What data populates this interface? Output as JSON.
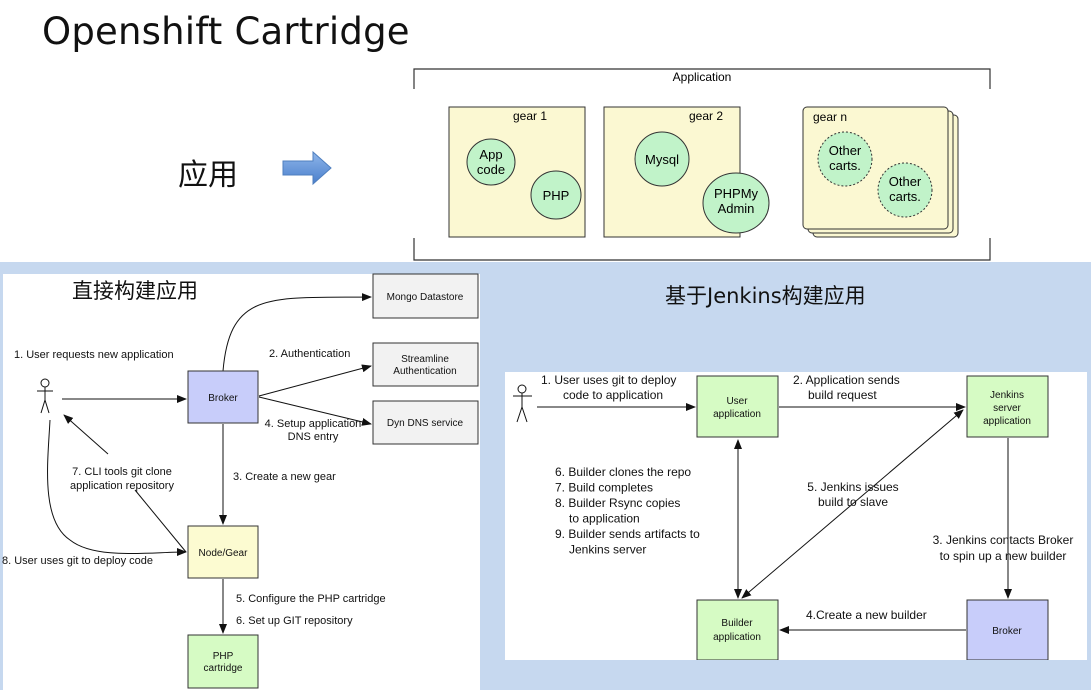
{
  "page": {
    "title": "Openshift Cartridge",
    "app_label": "应用",
    "arrow_icon": "right-arrow"
  },
  "top_diagram": {
    "frame_label": "Application",
    "gears": [
      {
        "label": "gear 1",
        "carts": [
          "App\ncode",
          "PHP"
        ]
      },
      {
        "label": "gear 2",
        "carts": [
          "Mysql",
          "PHPMy\nAdmin"
        ]
      },
      {
        "label": "gear n",
        "carts": [
          "Other\ncarts.",
          "Other\ncarts."
        ]
      }
    ],
    "colors": {
      "gear_fill": "#fbf8d2",
      "cart_fill": "#c1f3c9",
      "arrow_fill": "#5b8fd6"
    }
  },
  "left_diagram": {
    "title": "直接构建应用",
    "nodes": {
      "broker": "Broker",
      "node_gear": "Node/Gear",
      "php_cartridge": "PHP\ncartridge",
      "mongo": "Mongo Datastore",
      "streamline": "Streamline\nAuthentication",
      "dyn_dns": "Dyn DNS service"
    },
    "steps": {
      "s1": "1. User requests new application",
      "s2": "2. Authentication",
      "s3": "3. Create a new gear",
      "s4": "4. Setup application\nDNS entry",
      "s5": "5. Configure the PHP cartridge",
      "s6": "6. Set up GIT repository",
      "s7": "7. CLI tools git clone\napplication repository",
      "s8": "8. User uses git to deploy code"
    },
    "colors": {
      "broker": "#c8cdfa",
      "node_gear": "#fcfbd1",
      "php": "#d6fbc4",
      "service": "#f2f2f2"
    }
  },
  "right_diagram": {
    "title": "基于Jenkins构建应用",
    "nodes": {
      "user_app": "User\napplication",
      "jenkins": "Jenkins\nserver\napplication",
      "builder": "Builder\napplication",
      "broker": "Broker"
    },
    "steps": {
      "s1": "1. User uses git to deploy\ncode to application",
      "s2": "2. Application sends\nbuild request",
      "s3": "3. Jenkins contacts Broker\nto spin up a new builder",
      "s4": "4.Create a new builder",
      "s5": "5. Jenkins issues\nbuild to slave",
      "s6_9": [
        "6. Builder clones the repo",
        "7. Build completes",
        "8. Builder Rsync copies",
        "   to application",
        "9. Builder sends artifacts to",
        "   Jenkins server"
      ]
    },
    "colors": {
      "app": "#d6fbc4",
      "broker": "#c8cdfa",
      "band": "#c6d8ef"
    }
  }
}
